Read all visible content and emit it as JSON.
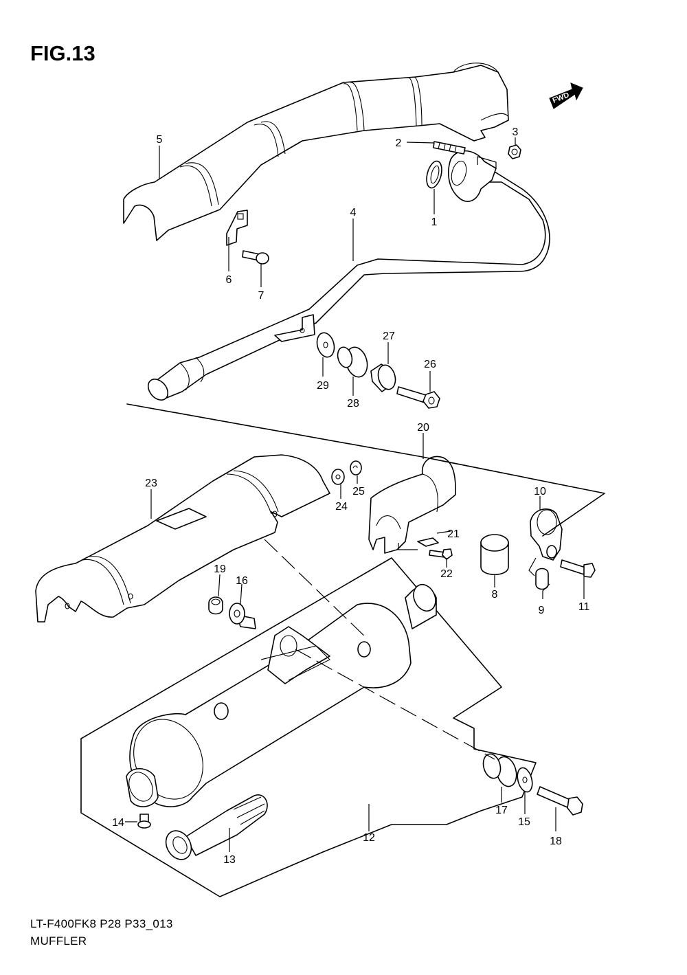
{
  "diagram": {
    "title": "FIG.13",
    "direction_arrow": "FWD",
    "model_code": "LT-F400FK8 P28 P33_013",
    "section_name": "MUFFLER",
    "callouts": [
      {
        "id": "c1",
        "label": "1"
      },
      {
        "id": "c2",
        "label": "2"
      },
      {
        "id": "c3",
        "label": "3"
      },
      {
        "id": "c4",
        "label": "4"
      },
      {
        "id": "c5",
        "label": "5"
      },
      {
        "id": "c6",
        "label": "6"
      },
      {
        "id": "c7",
        "label": "7"
      },
      {
        "id": "c8",
        "label": "8"
      },
      {
        "id": "c9",
        "label": "9"
      },
      {
        "id": "c10",
        "label": "10"
      },
      {
        "id": "c11",
        "label": "11"
      },
      {
        "id": "c12",
        "label": "12"
      },
      {
        "id": "c13",
        "label": "13"
      },
      {
        "id": "c14",
        "label": "14"
      },
      {
        "id": "c15",
        "label": "15"
      },
      {
        "id": "c16",
        "label": "16"
      },
      {
        "id": "c17",
        "label": "17"
      },
      {
        "id": "c18",
        "label": "18"
      },
      {
        "id": "c19",
        "label": "19"
      },
      {
        "id": "c20",
        "label": "20"
      },
      {
        "id": "c21",
        "label": "21"
      },
      {
        "id": "c22",
        "label": "22"
      },
      {
        "id": "c23",
        "label": "23"
      },
      {
        "id": "c24",
        "label": "24"
      },
      {
        "id": "c25",
        "label": "25"
      },
      {
        "id": "c26",
        "label": "26"
      },
      {
        "id": "c27",
        "label": "27"
      },
      {
        "id": "c28",
        "label": "28"
      },
      {
        "id": "c29",
        "label": "29"
      }
    ]
  }
}
